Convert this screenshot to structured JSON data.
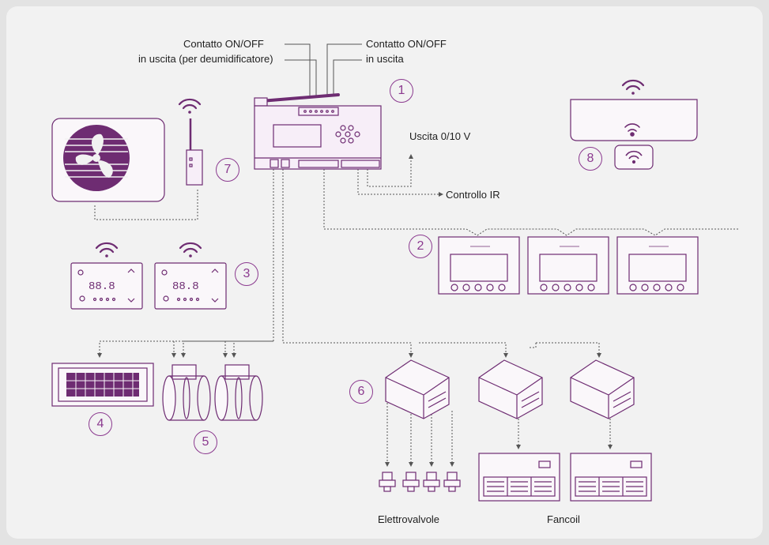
{
  "labels": {
    "contatto_left_1": "Contatto ON/OFF",
    "contatto_left_2": "in uscita (per deumidificatore)",
    "contatto_right_1": "Contatto ON/OFF",
    "contatto_right_2": "in uscita",
    "uscita": "Uscita 0/10 V",
    "controllo_ir": "Controllo IR",
    "elettrovalvole": "Elettrovalvole",
    "fancoil": "Fancoil"
  },
  "badges": [
    "1",
    "2",
    "3",
    "4",
    "5",
    "6",
    "7",
    "8"
  ],
  "thermostat_display": "88.8",
  "colors": {
    "accent": "#6e2c72",
    "badge": "#8b3a8f",
    "line": "#555555",
    "panel": "#f2f2f2"
  },
  "icons": [
    "wifi-icon",
    "fan-icon",
    "antenna-icon",
    "ir-sensor-icon",
    "power-icon"
  ]
}
